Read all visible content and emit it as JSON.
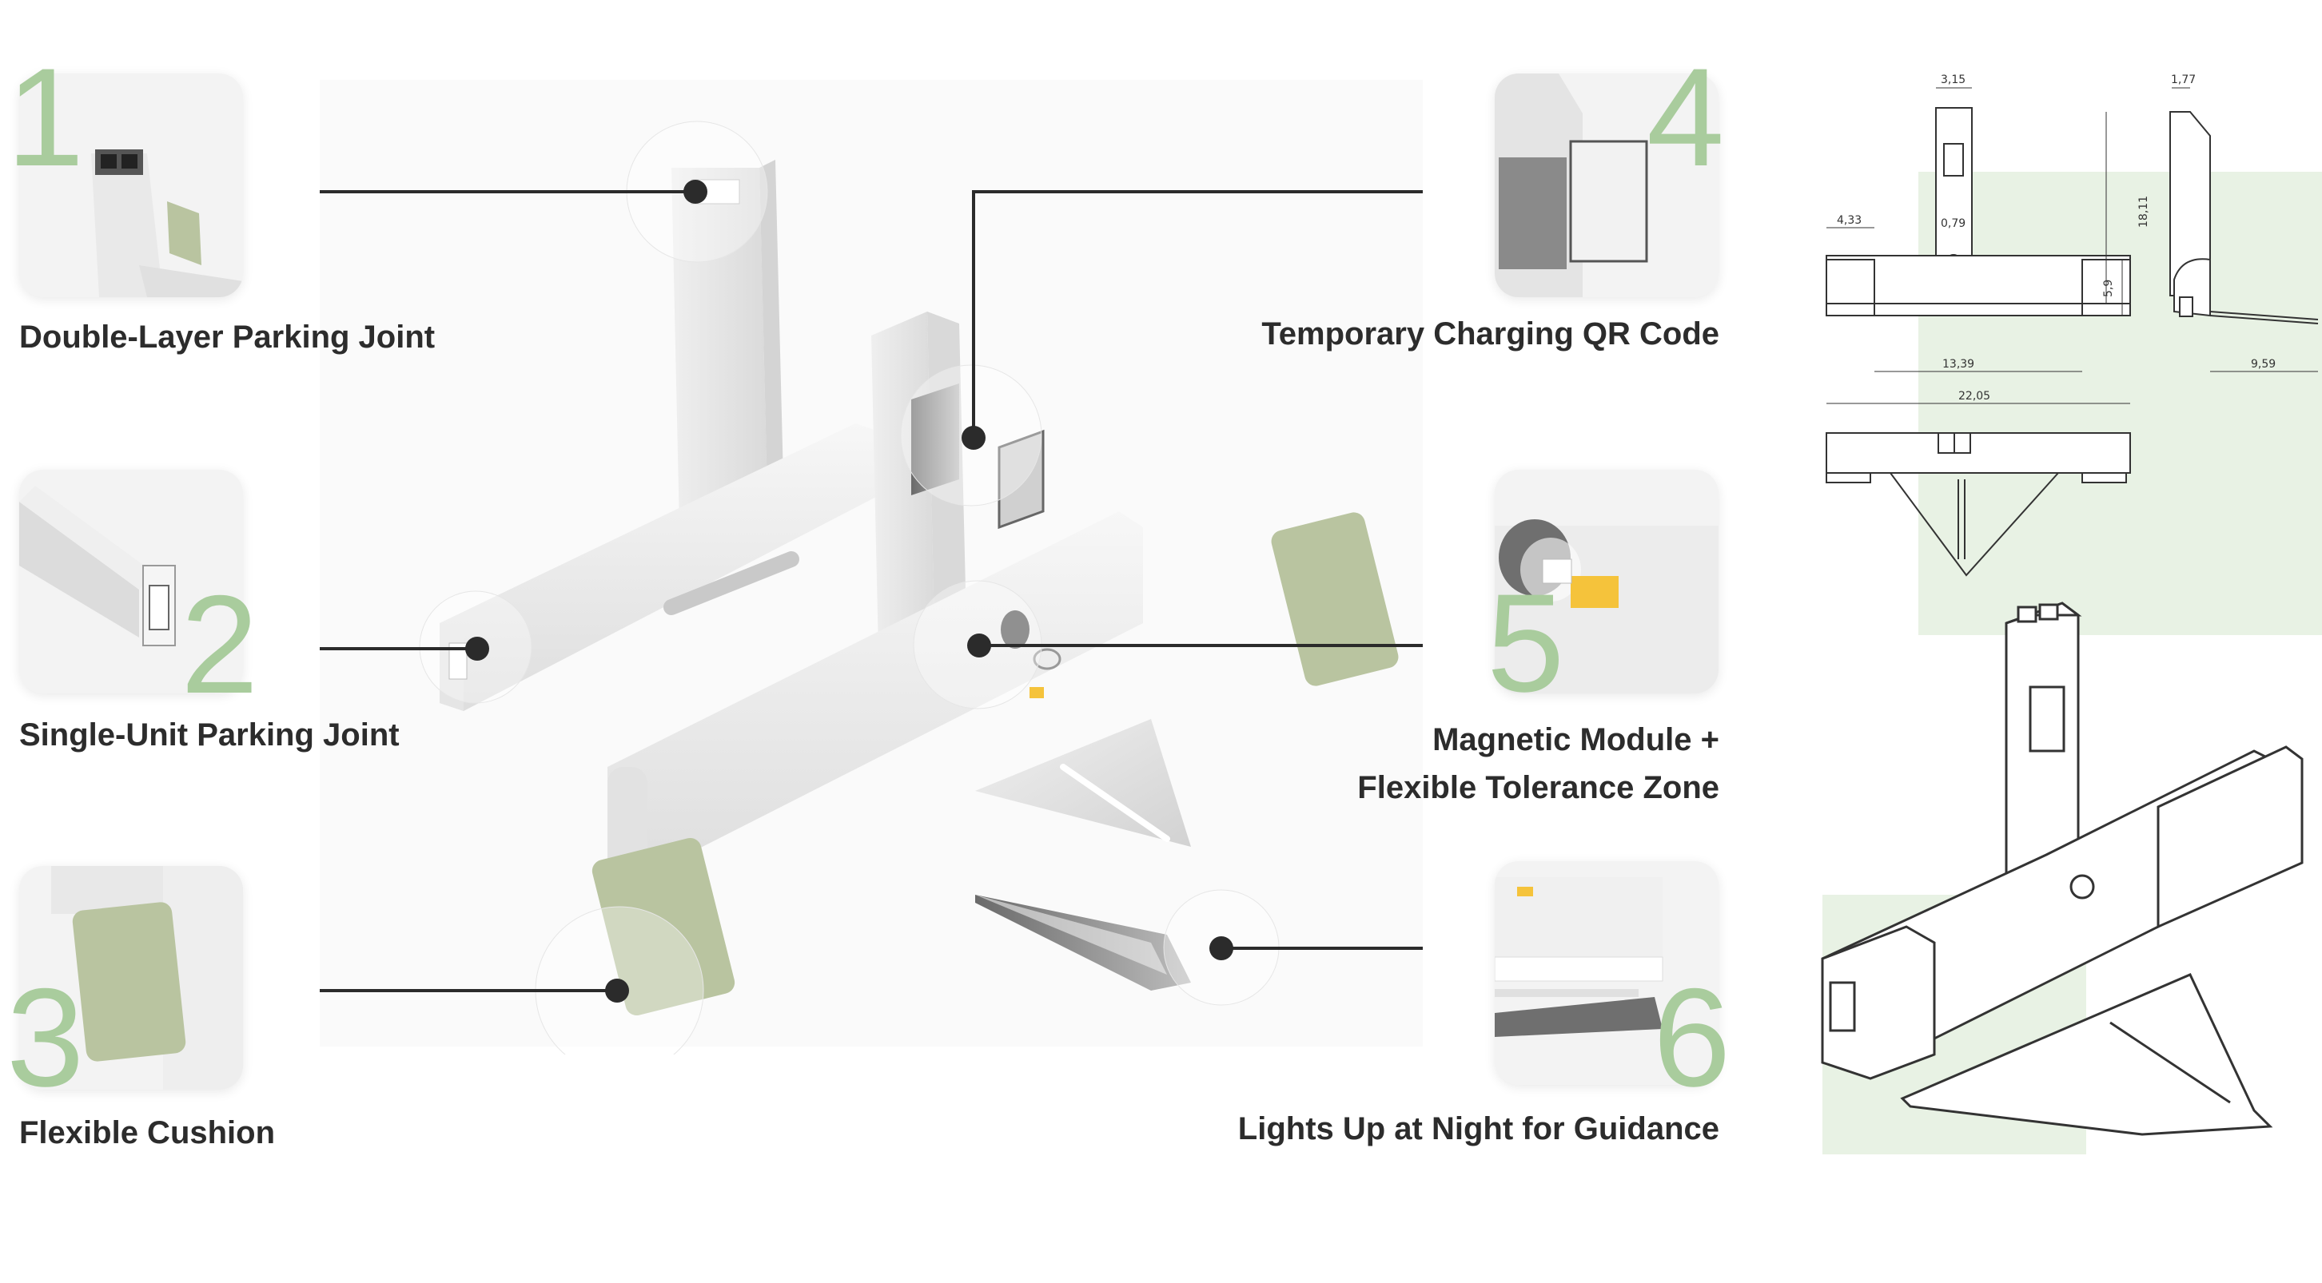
{
  "callouts": [
    {
      "number": "1",
      "label": "Double-Layer Parking Joint"
    },
    {
      "number": "2",
      "label": "Single-Unit Parking Joint"
    },
    {
      "number": "3",
      "label": "Flexible Cushion"
    },
    {
      "number": "4",
      "label": "Temporary Charging QR Code"
    },
    {
      "number": "5",
      "label_line1": "Magnetic Module +",
      "label_line2": "Flexible Tolerance Zone"
    },
    {
      "number": "6",
      "label": "Lights Up at Night for Guidance"
    }
  ],
  "dimensions": {
    "top_width": "3,15",
    "side_width": "1,77",
    "left_offset": "4,33",
    "hole": "0,79",
    "height": "18,11",
    "arm_height": "5,9",
    "base_span": "13,39",
    "side_depth": "9,59",
    "overall_width": "22,05"
  },
  "colors": {
    "accent_green": "#a9cc9d",
    "cushion_green": "#b9c4a0",
    "panel_green": "#e8f2e4",
    "indicator_yellow": "#f5c33b",
    "text_dark": "#2c2c2c"
  }
}
